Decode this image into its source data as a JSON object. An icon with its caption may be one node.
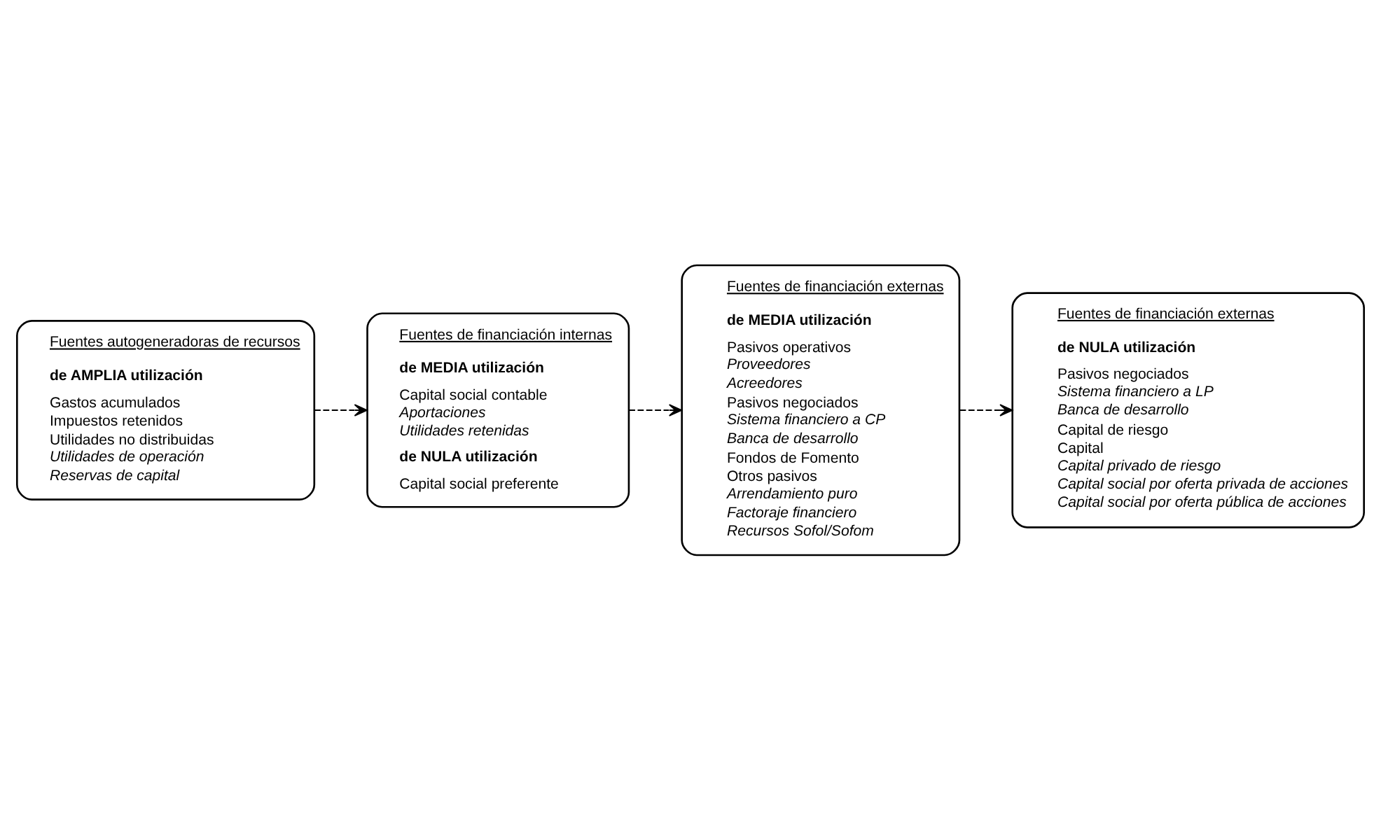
{
  "diagram": {
    "nodes": [
      {
        "text": [
          "Fuentes autogeneradoras de recursos",
          "de AMPLIA utilización",
          "Gastos acumulados",
          "Impuestos retenidos",
          "Utilidades no distribuidas",
          "Utilidades de operación",
          "Reservas de capital"
        ]
      },
      {
        "text": [
          "Fuentes de financiación internas",
          "de MEDIA utilización",
          "Capital social contable",
          "Aportaciones",
          "Utilidades retenidas",
          "de NULA utilización",
          "Capital social preferente"
        ]
      },
      {
        "text": [
          "Fuentes de financiación externas",
          "de MEDIA utilización",
          "Pasivos operativos",
          "Proveedores",
          "Acreedores",
          "Pasivos negociados",
          "Sistema financiero a CP",
          "Banca de desarrollo",
          "Fondos de Fomento",
          "Otros pasivos",
          "Arrendamiento puro",
          "Factoraje financiero",
          "Recursos Sofol/Sofom"
        ]
      },
      {
        "text": [
          "Fuentes de financiación externas",
          "de NULA utilización",
          "Pasivos negociados",
          "Sistema financiero a LP",
          "Banca de desarrollo",
          "Capital de riesgo",
          "Capital",
          "Capital privado de riesgo",
          "Capital social por oferta privada de acciones",
          "Capital social por oferta pública de acciones"
        ]
      }
    ],
    "edges": [
      {
        "from": 0,
        "to": 1,
        "arrow": "to",
        "style": "dashed"
      },
      {
        "from": 1,
        "to": 2,
        "arrow": "to",
        "style": "dashed"
      },
      {
        "from": 2,
        "to": 3,
        "arrow": "to",
        "style": "dashed"
      }
    ]
  }
}
